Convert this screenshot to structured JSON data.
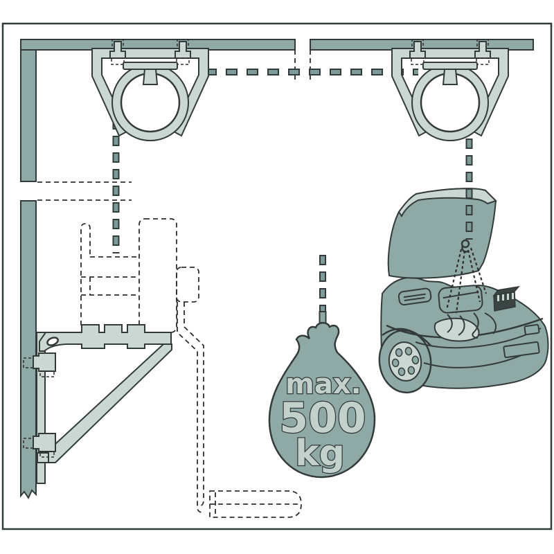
{
  "sack": {
    "prefix": "max.",
    "value": "500",
    "unit": "kg"
  },
  "colors": {
    "paper": "#ffffff",
    "frame": "#333b3a",
    "steel": "#8fa9a6",
    "steel-dark": "#7e9b99",
    "light": "#cbd7d3",
    "outline": "#333b3a",
    "dark-fill": "#3a4442",
    "phantom": "#2e2e2e",
    "text-fill": "#c3d1cd"
  }
}
